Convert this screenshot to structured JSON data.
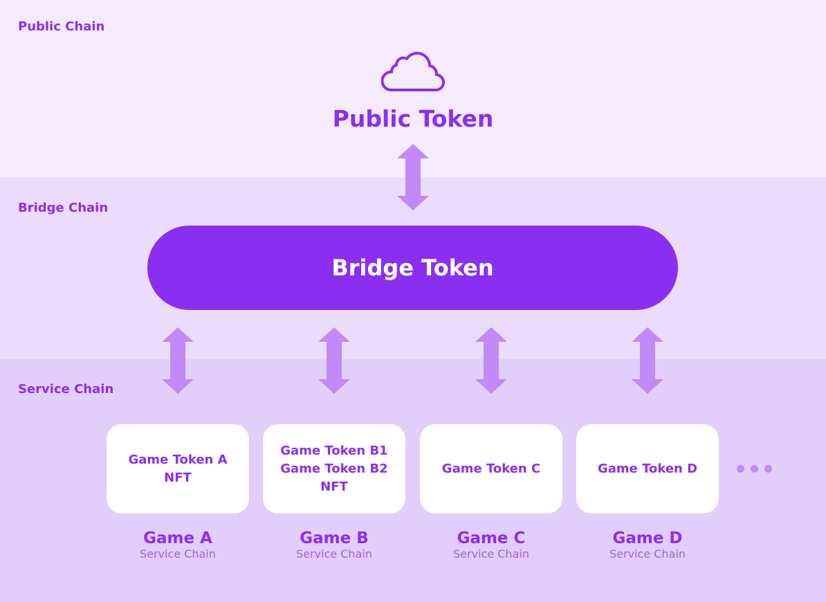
{
  "layers": {
    "public": "Public Chain",
    "bridge": "Bridge Chain",
    "service": "Service Chain"
  },
  "public_token": "Public Token",
  "bridge_token": "Bridge Token",
  "games": [
    {
      "tokens": [
        "Game Token A",
        "NFT"
      ],
      "name": "Game A",
      "sub": "Service Chain"
    },
    {
      "tokens": [
        "Game Token B1",
        "Game Token B2",
        "NFT"
      ],
      "name": "Game B",
      "sub": "Service Chain"
    },
    {
      "tokens": [
        "Game Token C"
      ],
      "name": "Game C",
      "sub": "Service Chain"
    },
    {
      "tokens": [
        "Game Token D"
      ],
      "name": "Game D",
      "sub": "Service Chain"
    }
  ],
  "colors": {
    "accent": "#8a2ff0",
    "arrow": "#c18af6"
  }
}
